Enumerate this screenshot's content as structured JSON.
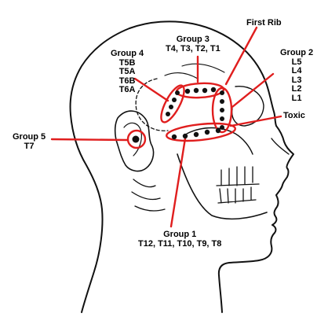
{
  "labels": {
    "first_rib": "First Rib",
    "group3": {
      "title": "Group 3",
      "members": "T4, T3, T2, T1"
    },
    "group4": {
      "title": "Group 4",
      "members": [
        "T5B",
        "T5A",
        "T6B",
        "T6A"
      ]
    },
    "group2": {
      "title": "Group 2",
      "members": [
        "L5",
        "L4",
        "L3",
        "L2",
        "L1"
      ]
    },
    "toxic": "Toxic",
    "group5": {
      "title": "Group 5",
      "members": "T7"
    },
    "group1": {
      "title": "Group 1",
      "members": "T12, T11, T10, T9, T8"
    }
  },
  "colors": {
    "highlight": "#e01e1e",
    "ink": "#000000",
    "background": "#ffffff"
  }
}
